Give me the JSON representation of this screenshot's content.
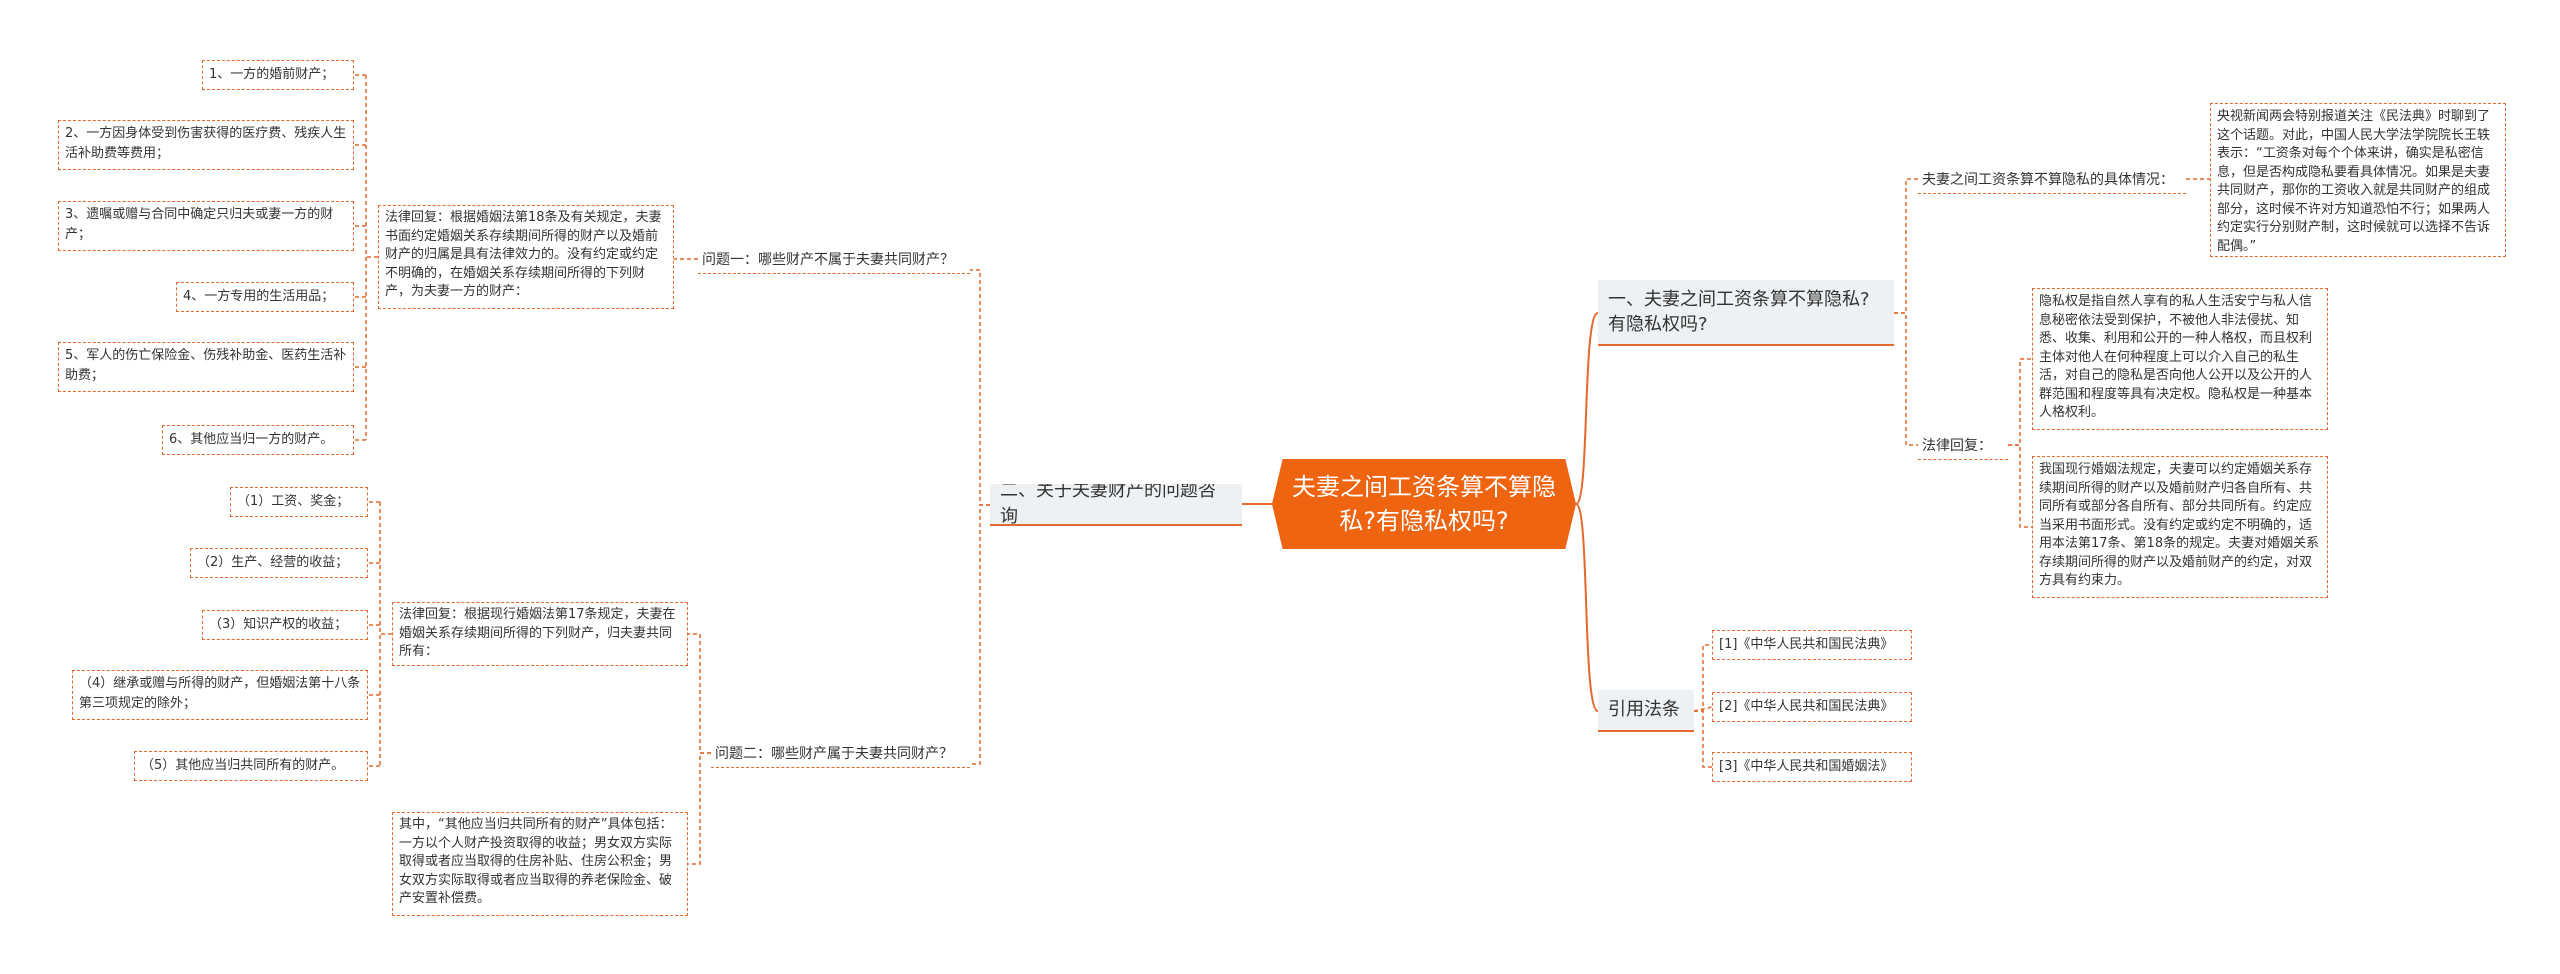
{
  "root": {
    "title": "夫妻之间工资条算不算隐私?有隐私权吗?"
  },
  "left": {
    "branch_label": "二、关于夫妻财产的问题咨询",
    "q1": {
      "label": "问题一：哪些财产不属于夫妻共同财产？",
      "answer": "法律回复：根据婚姻法第18条及有关规定，夫妻书面约定婚姻关系存续期间所得的财产以及婚前财产的归属是具有法律效力的。没有约定或约定不明确的，在婚姻关系存续期间所得的下列财产，为夫妻一方的财产：",
      "items": [
        "1、一方的婚前财产；",
        "2、一方因身体受到伤害获得的医疗费、残疾人生活补助费等费用；",
        "3、遗嘱或赠与合同中确定只归夫或妻一方的财产；",
        "4、一方专用的生活用品；",
        "5、军人的伤亡保险金、伤残补助金、医药生活补助费；",
        "6、其他应当归一方的财产。"
      ]
    },
    "q2": {
      "label": "问题二：哪些财产属于夫妻共同财产？",
      "answer": "法律回复：根据现行婚姻法第17条规定，夫妻在婚姻关系存续期间所得的下列财产，归夫妻共同所有：",
      "items": [
        "（1）工资、奖金；",
        "（2）生产、经营的收益；",
        "（3）知识产权的收益；",
        "（4）继承或赠与所得的财产，但婚姻法第十八条第三项规定的除外；",
        "（5）其他应当归共同所有的财产。"
      ],
      "note": "其中，“其他应当归共同所有的财产”具体包括：一方以个人财产投资取得的收益；男女双方实际取得或者应当取得的住房补贴、住房公积金；男女双方实际取得或者应当取得的养老保险金、破产安置补偿费。"
    }
  },
  "right": {
    "branch1": {
      "label": "一、夫妻之间工资条算不算隐私?有隐私权吗?",
      "sub1": {
        "label": "夫妻之间工资条算不算隐私的具体情况：",
        "detail": "央视新闻两会特别报道关注《民法典》时聊到了这个话题。对此，中国人民大学法学院院长王轶表示：“工资条对每个个体来讲，确实是私密信息，但是否构成隐私要看具体情况。如果是夫妻共同财产，那你的工资收入就是共同财产的组成部分，这时候不许对方知道恐怕不行；如果两人约定实行分别财产制，这时候就可以选择不告诉配偶。”"
      },
      "sub2": {
        "label": "法律回复：",
        "detail1": "隐私权是指自然人享有的私人生活安宁与私人信息秘密依法受到保护，不被他人非法侵扰、知悉、收集、利用和公开的一种人格权，而且权利主体对他人在何种程度上可以介入自己的私生活，对自己的隐私是否向他人公开以及公开的人群范围和程度等具有决定权。隐私权是一种基本人格权利。",
        "detail2": "我国现行婚姻法规定，夫妻可以约定婚姻关系存续期间所得的财产以及婚前财产归各自所有、共同所有或部分各自所有、部分共同所有。约定应当采用书面形式。没有约定或约定不明确的，适用本法第17条、第18条的规定。夫妻对婚姻关系存续期间所得的财产以及婚前财产的约定，对双方具有约束力。"
      }
    },
    "branch2": {
      "label": "引用法条",
      "items": [
        "[1]《中华人民共和国民法典》",
        "[2]《中华人民共和国民法典》",
        "[3]《中华人民共和国婚姻法》"
      ]
    }
  },
  "colors": {
    "accent": "#e4692c",
    "root_bg": "#ee6410",
    "branch_bg": "#eef1f3",
    "text": "#333333"
  }
}
